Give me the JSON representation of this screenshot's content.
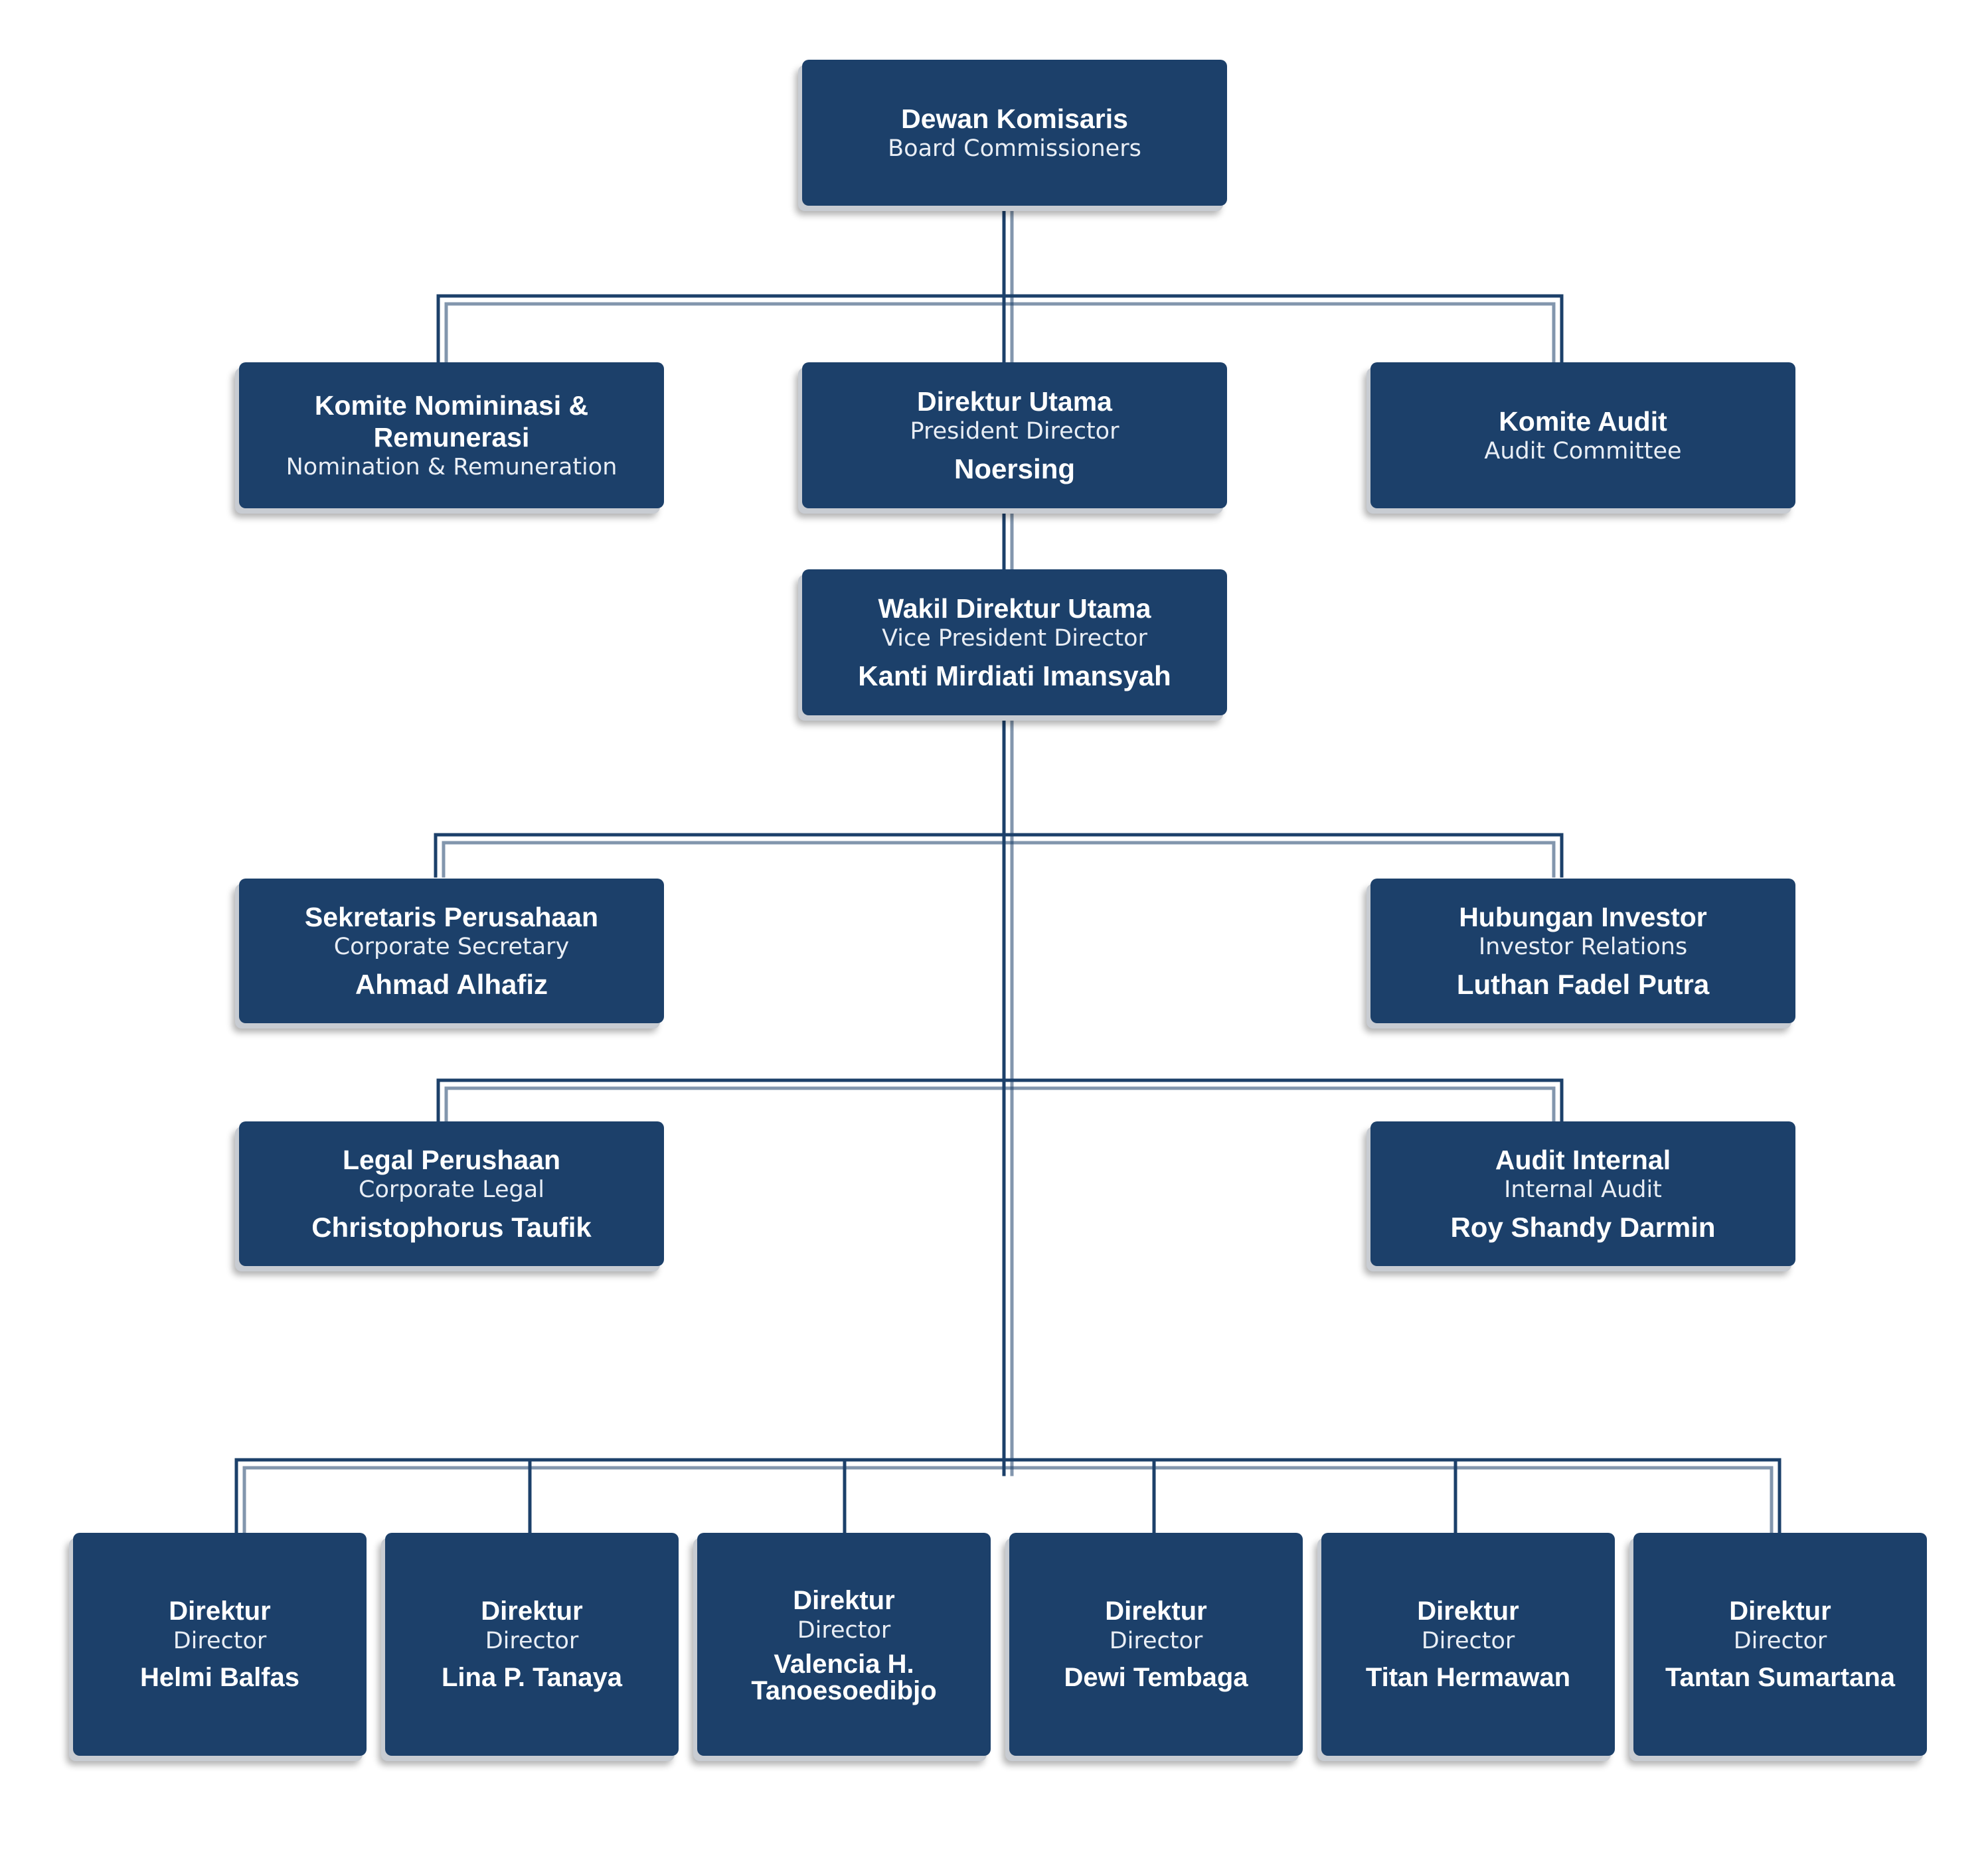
{
  "colors": {
    "box_fill": "#1c406a",
    "line": "#1c406a",
    "text": "#ffffff"
  },
  "board": {
    "title": "Dewan Komisaris",
    "subtitle": "Board Commissioners"
  },
  "nomination": {
    "title_line1": "Komite Nomininasi &",
    "title_line2": "Remunerasi",
    "subtitle": "Nomination & Remuneration"
  },
  "president": {
    "title": "Direktur Utama",
    "subtitle": "President Director",
    "name": "Noersing"
  },
  "audit_committee": {
    "title": "Komite Audit",
    "subtitle": "Audit Committee"
  },
  "vice_president": {
    "title": "Wakil Direktur Utama",
    "subtitle": "Vice President Director",
    "name": "Kanti Mirdiati Imansyah"
  },
  "corporate_secretary": {
    "title": "Sekretaris Perusahaan",
    "subtitle": "Corporate Secretary",
    "name": "Ahmad Alhafiz"
  },
  "investor_relations": {
    "title": "Hubungan Investor",
    "subtitle": "Investor Relations",
    "name": "Luthan Fadel Putra"
  },
  "corporate_legal": {
    "title": "Legal Perushaan",
    "subtitle": "Corporate Legal",
    "name": "Christophorus Taufik"
  },
  "internal_audit": {
    "title": "Audit Internal",
    "subtitle": "Internal Audit",
    "name": "Roy Shandy Darmin"
  },
  "directors": [
    {
      "title": "Direktur",
      "subtitle": "Director",
      "name": "Helmi Balfas"
    },
    {
      "title": "Direktur",
      "subtitle": "Director",
      "name": "Lina P. Tanaya"
    },
    {
      "title": "Direktur",
      "subtitle": "Director",
      "name_line1": "Valencia H.",
      "name_line2": "Tanoesoedibjo"
    },
    {
      "title": "Direktur",
      "subtitle": "Director",
      "name": "Dewi Tembaga"
    },
    {
      "title": "Direktur",
      "subtitle": "Director",
      "name": "Titan Hermawan"
    },
    {
      "title": "Direktur",
      "subtitle": "Director",
      "name": "Tantan Sumartana"
    }
  ]
}
